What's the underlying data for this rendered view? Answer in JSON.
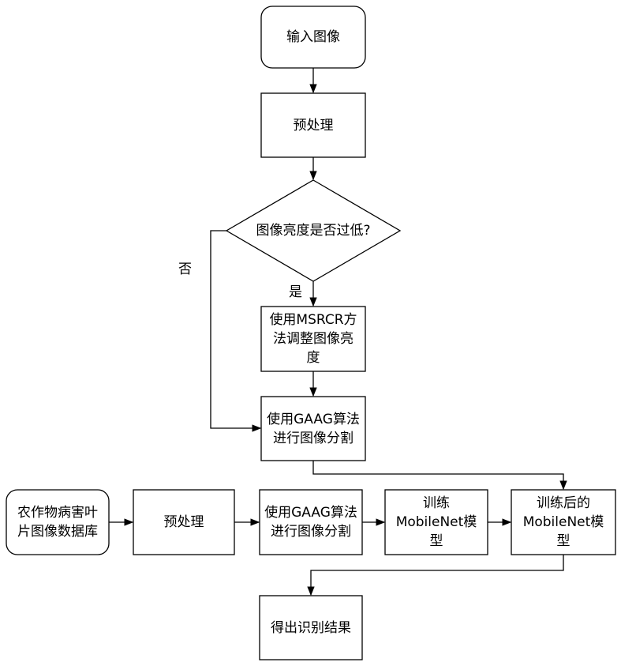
{
  "top_flow": {
    "start": "输入图像",
    "preprocess": "预处理",
    "decision": "图像亮度是否过低?",
    "yes_label": "是",
    "no_label": "否",
    "msrcr": "使用MSRCR方\n法调整图像亮\n度",
    "gaag": "使用GAAG算法\n进行图像分割"
  },
  "bottom_flow": {
    "database": "农作物病害叶\n片图像数据库",
    "preprocess": "预处理",
    "gaag": "使用GAAG算法\n进行图像分割",
    "train": "训练\nMobileNet模\n型",
    "trained": "训练后的\nMobileNet模\n型",
    "result": "得出识别结果"
  }
}
